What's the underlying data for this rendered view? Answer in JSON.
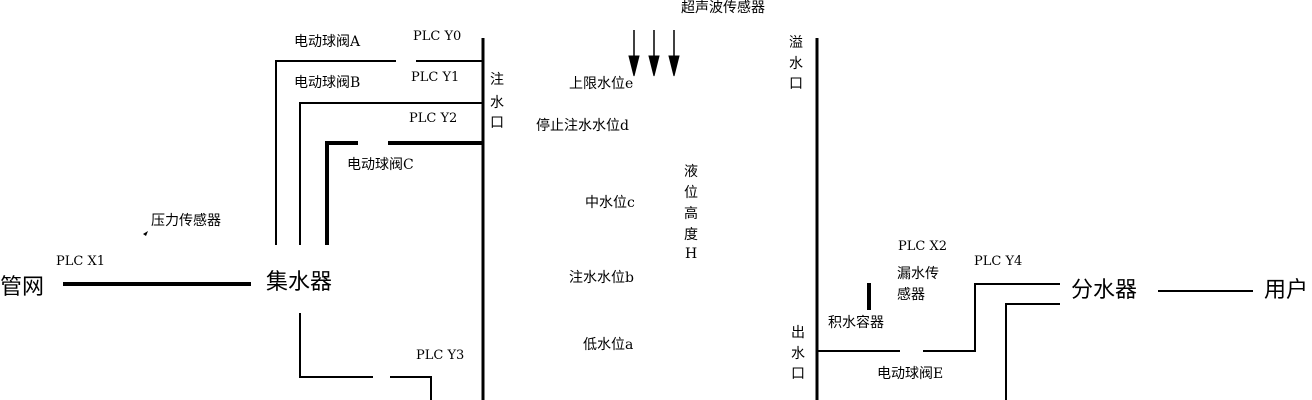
{
  "ultrasonic_sensor": "超声波传感器",
  "valves": {
    "a": "电动球阀A",
    "b": "电动球阀B",
    "c": "电动球阀C",
    "e": "电动球阀E"
  },
  "plc": {
    "y0": "PLC Y0",
    "y1": "PLC Y1",
    "y2": "PLC Y2",
    "y3": "PLC Y3",
    "y4": "PLC Y4",
    "x1": "PLC X1",
    "x2": "PLC X2"
  },
  "pressure_sensor": "压力传感器",
  "pipe_network": "管网",
  "collector": "集水器",
  "distributor": "分水器",
  "user": "用户",
  "inlet": [
    "注",
    "水",
    "口"
  ],
  "overflow": [
    "溢",
    "水",
    "口"
  ],
  "outlet": [
    "出",
    "水",
    "口"
  ],
  "levels": {
    "e": "上限水位e",
    "d": "停止注水水位d",
    "c": "中水位c",
    "b": "注水水位b",
    "a": "低水位a"
  },
  "liquid_height": [
    "液",
    "位",
    "高",
    "度",
    "H"
  ],
  "leak_sensor": [
    "漏水传",
    "感器"
  ],
  "catch_container": "积水容器"
}
